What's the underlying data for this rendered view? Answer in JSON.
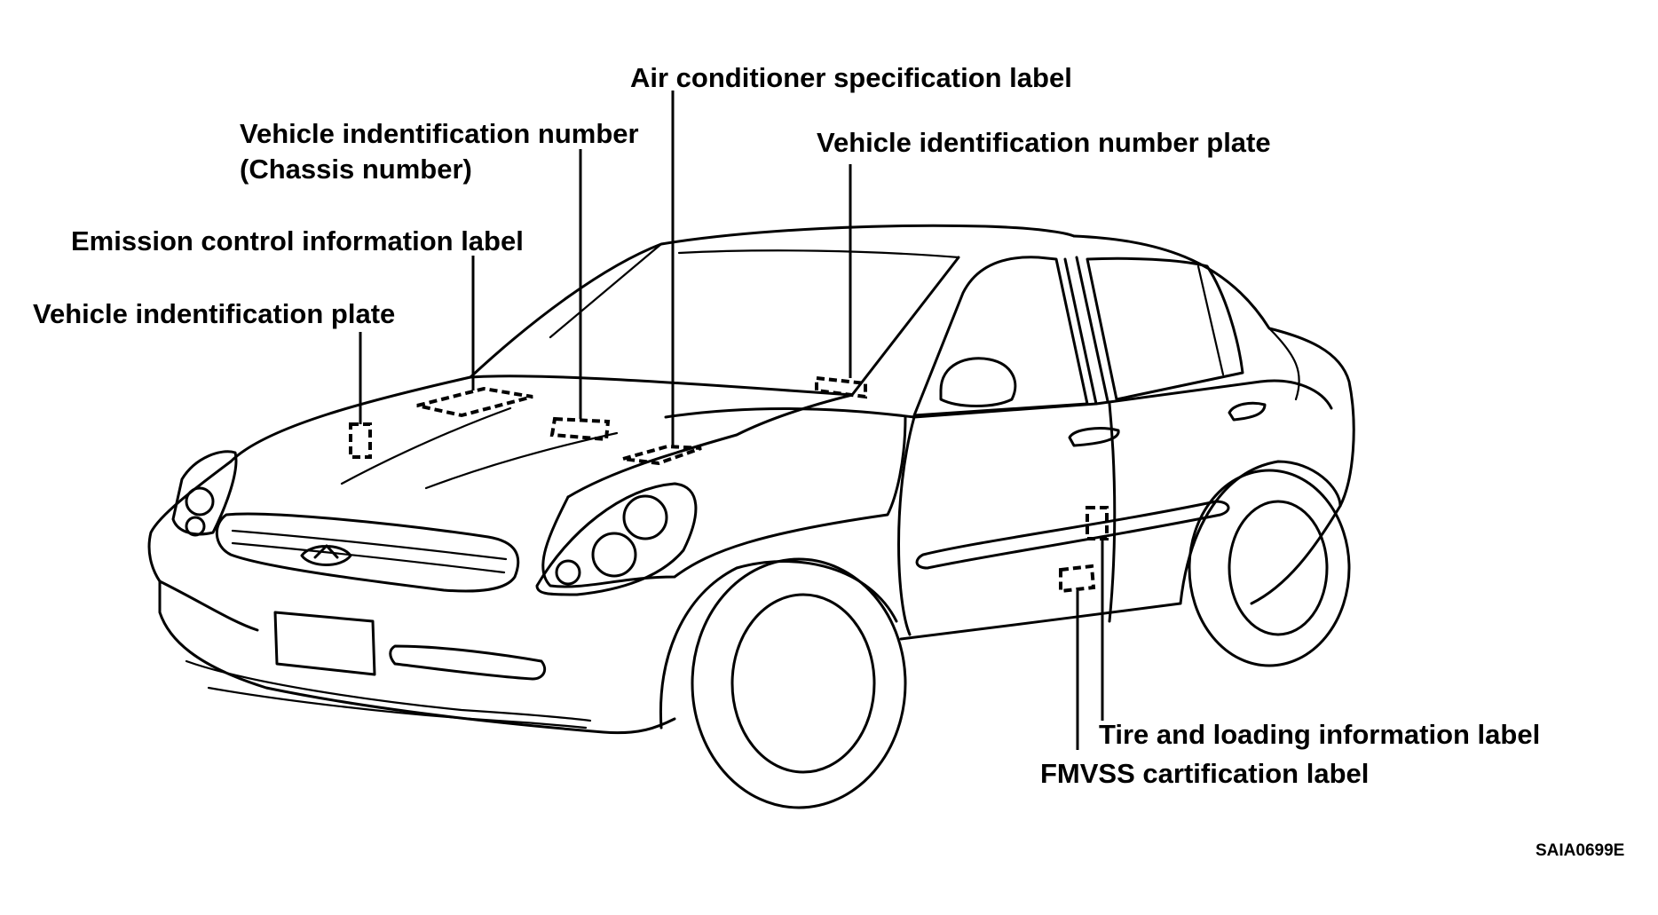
{
  "labels": {
    "air_conditioner": "Air conditioner specification label",
    "vin_line1": "Vehicle indentification number",
    "vin_line2": "(Chassis number)",
    "vin_plate": "Vehicle identification number plate",
    "emission": "Emission control information label",
    "vehicle_id_plate": "Vehicle indentification plate",
    "tire_loading": "Tire and loading information label",
    "fmvss": "FMVSS cartification label"
  },
  "figure_code": "SAIA0699E"
}
